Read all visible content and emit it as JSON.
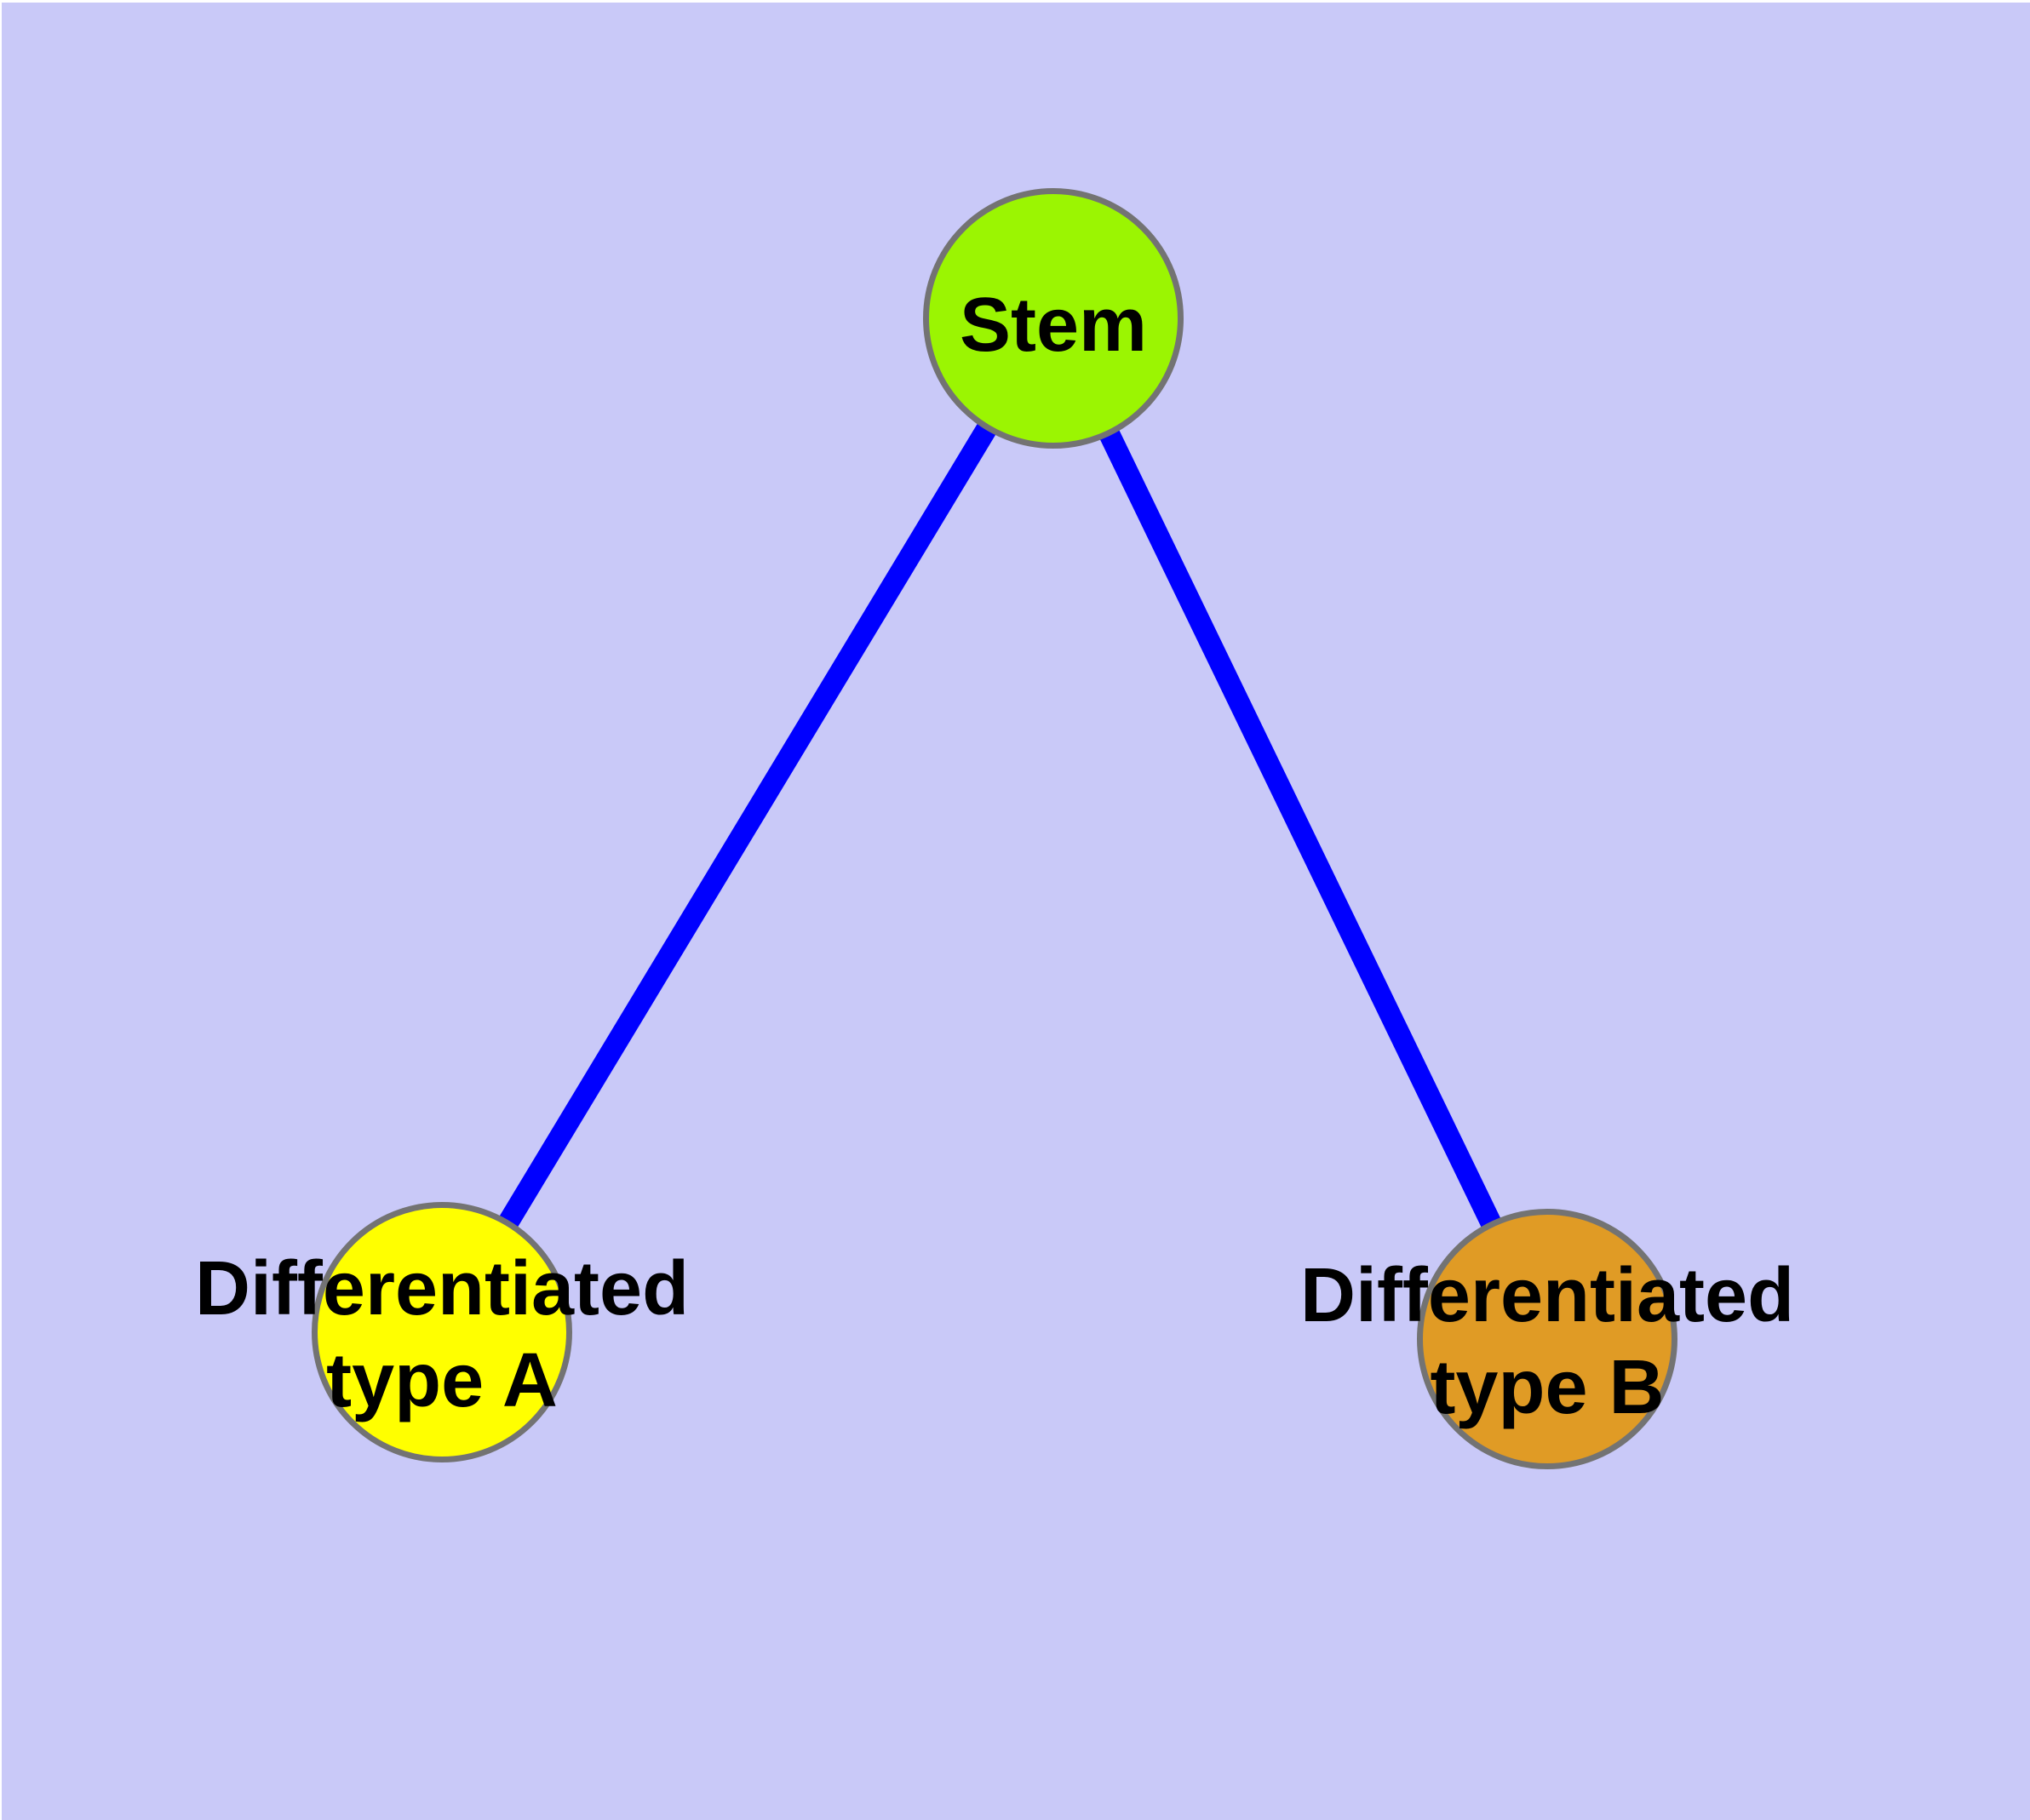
{
  "diagram": {
    "type": "graph",
    "background_color": "#C9C9F8",
    "page_margin_color": "#FFFFFF",
    "text_color": "#000000",
    "node_border_color": "#737373",
    "edge_color": "#0000FF",
    "nodes": [
      {
        "id": "stem",
        "label": "Stem",
        "fill": "#9BF502",
        "shape": "circle"
      },
      {
        "id": "type-a",
        "label": "Differentiated\ntype A",
        "fill": "#FFFF00",
        "shape": "circle"
      },
      {
        "id": "type-b",
        "label": "Differentiated\ntype B",
        "fill": "#E09B25",
        "shape": "circle"
      }
    ],
    "edges": [
      {
        "from": "stem",
        "to": "type-a",
        "color": "#0000FF"
      },
      {
        "from": "stem",
        "to": "type-b",
        "color": "#0000FF"
      }
    ]
  }
}
